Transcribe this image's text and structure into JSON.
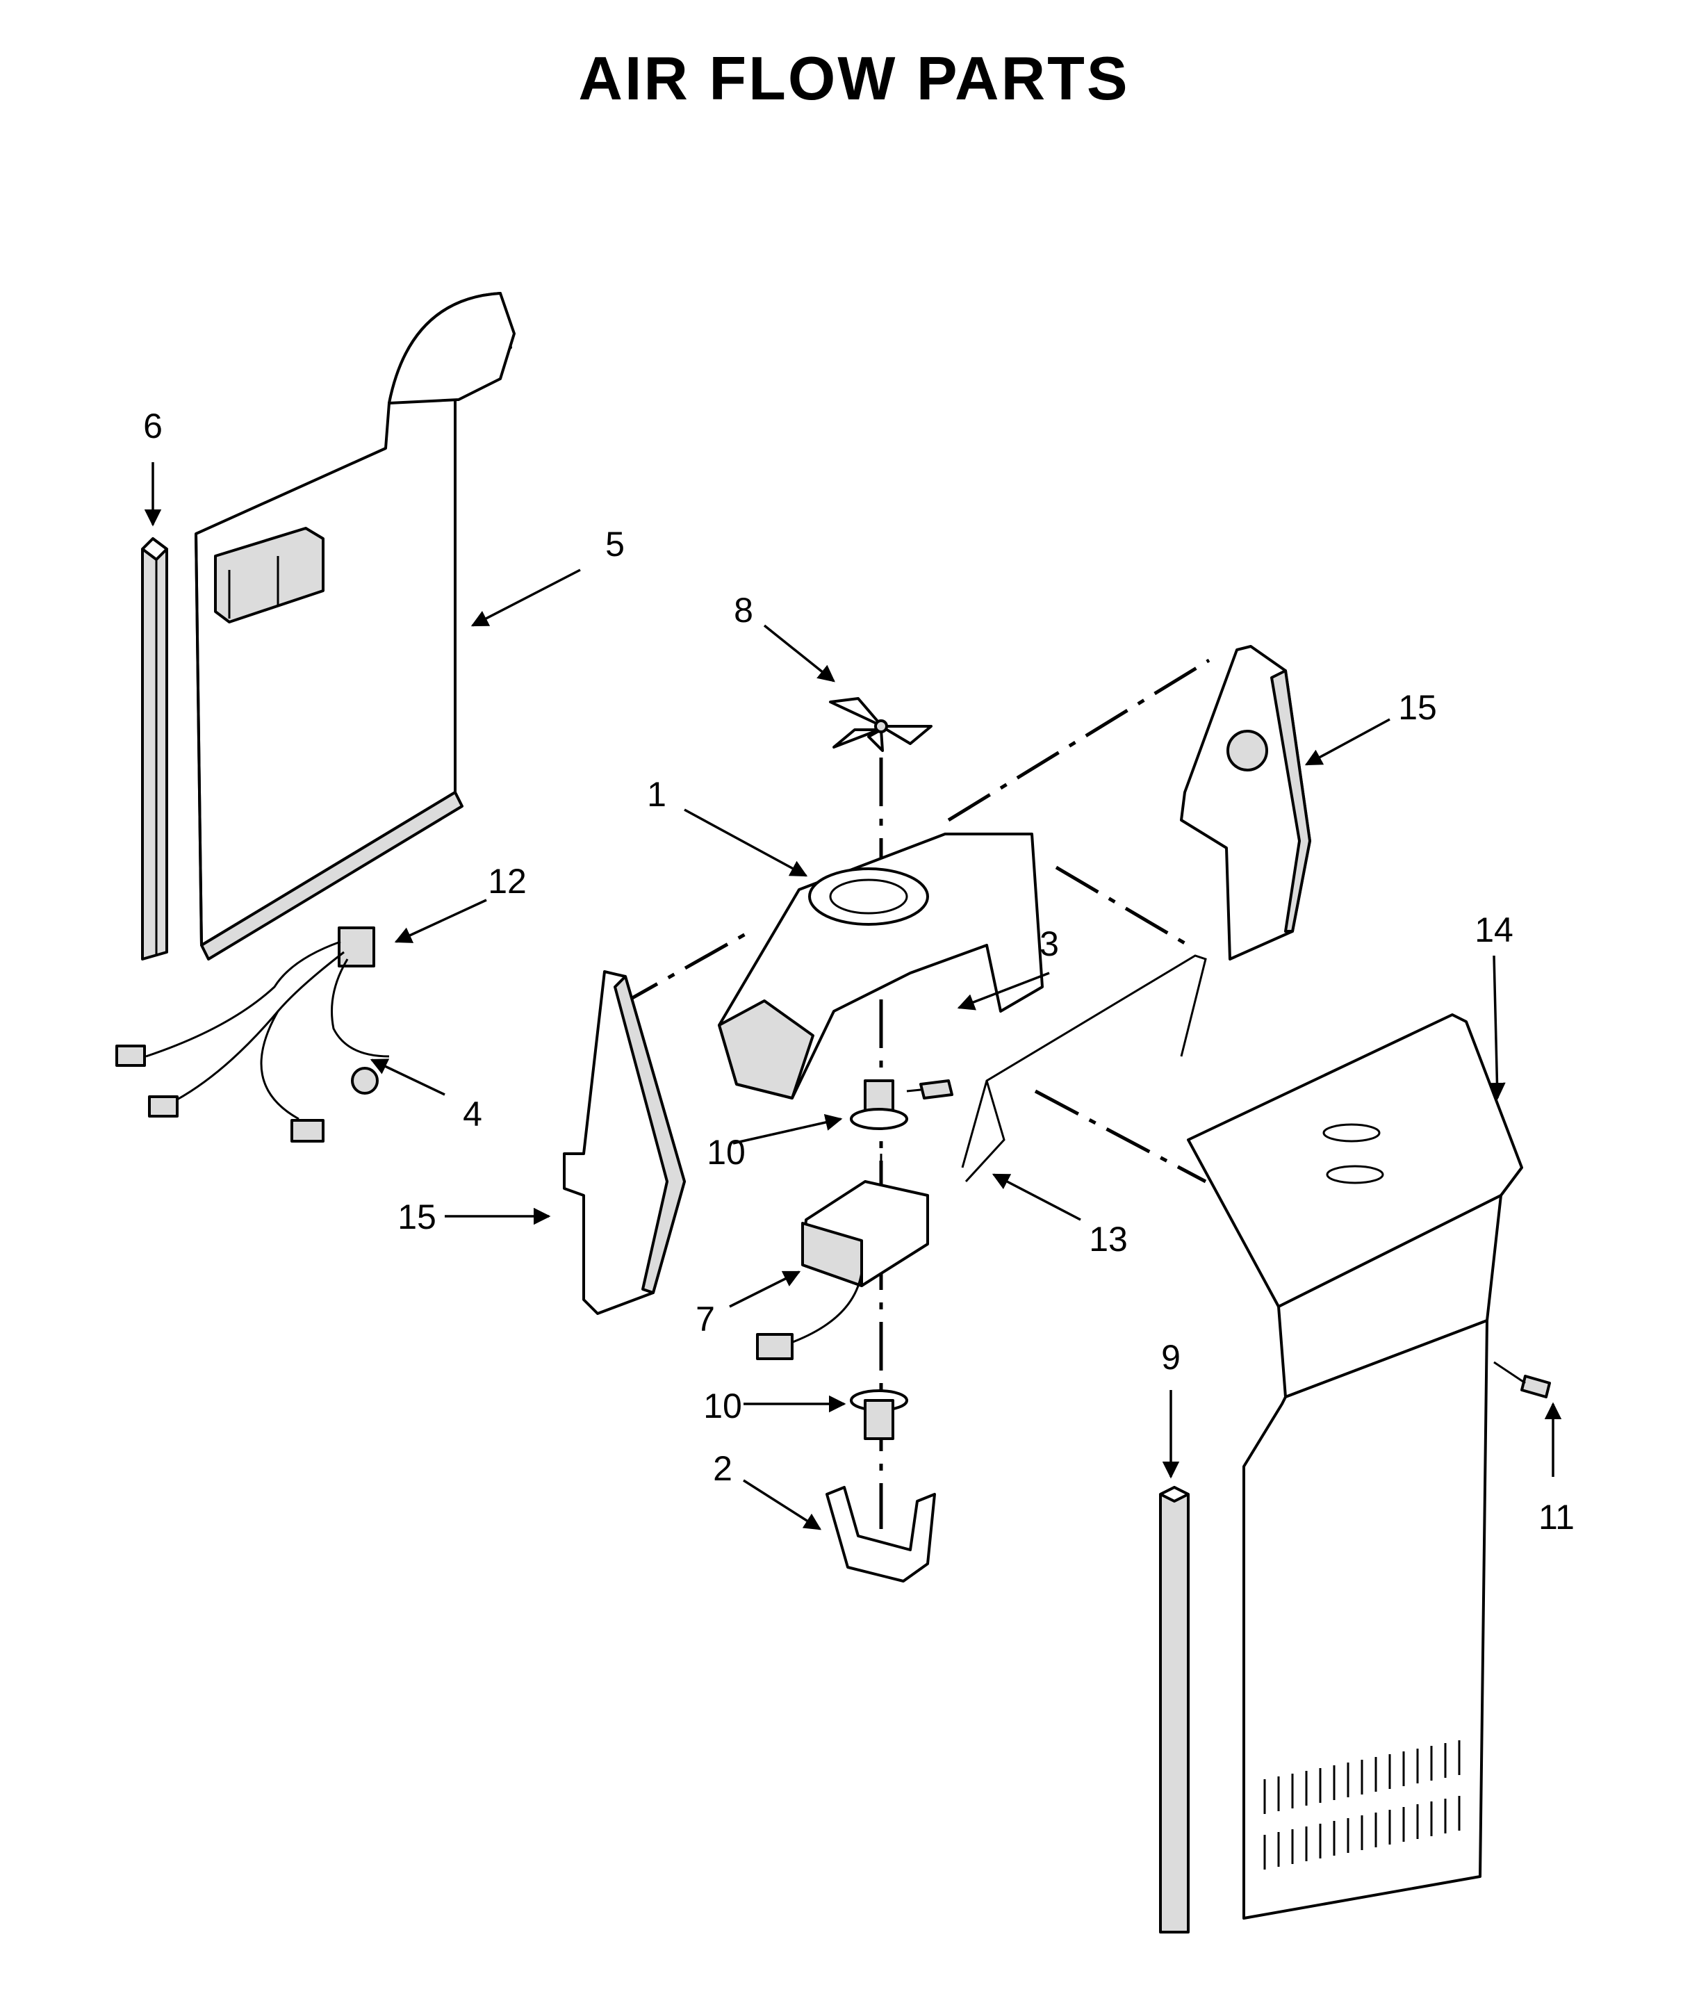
{
  "title": "AIR FLOW PARTS",
  "callouts": {
    "c1": "1",
    "c2": "2",
    "c3": "3",
    "c4": "4",
    "c5": "5",
    "c6": "6",
    "c7": "7",
    "c8": "8",
    "c9": "9",
    "c10a": "10",
    "c10b": "10",
    "c11": "11",
    "c12": "12",
    "c13": "13",
    "c14": "14",
    "c15a": "15",
    "c15b": "15"
  }
}
